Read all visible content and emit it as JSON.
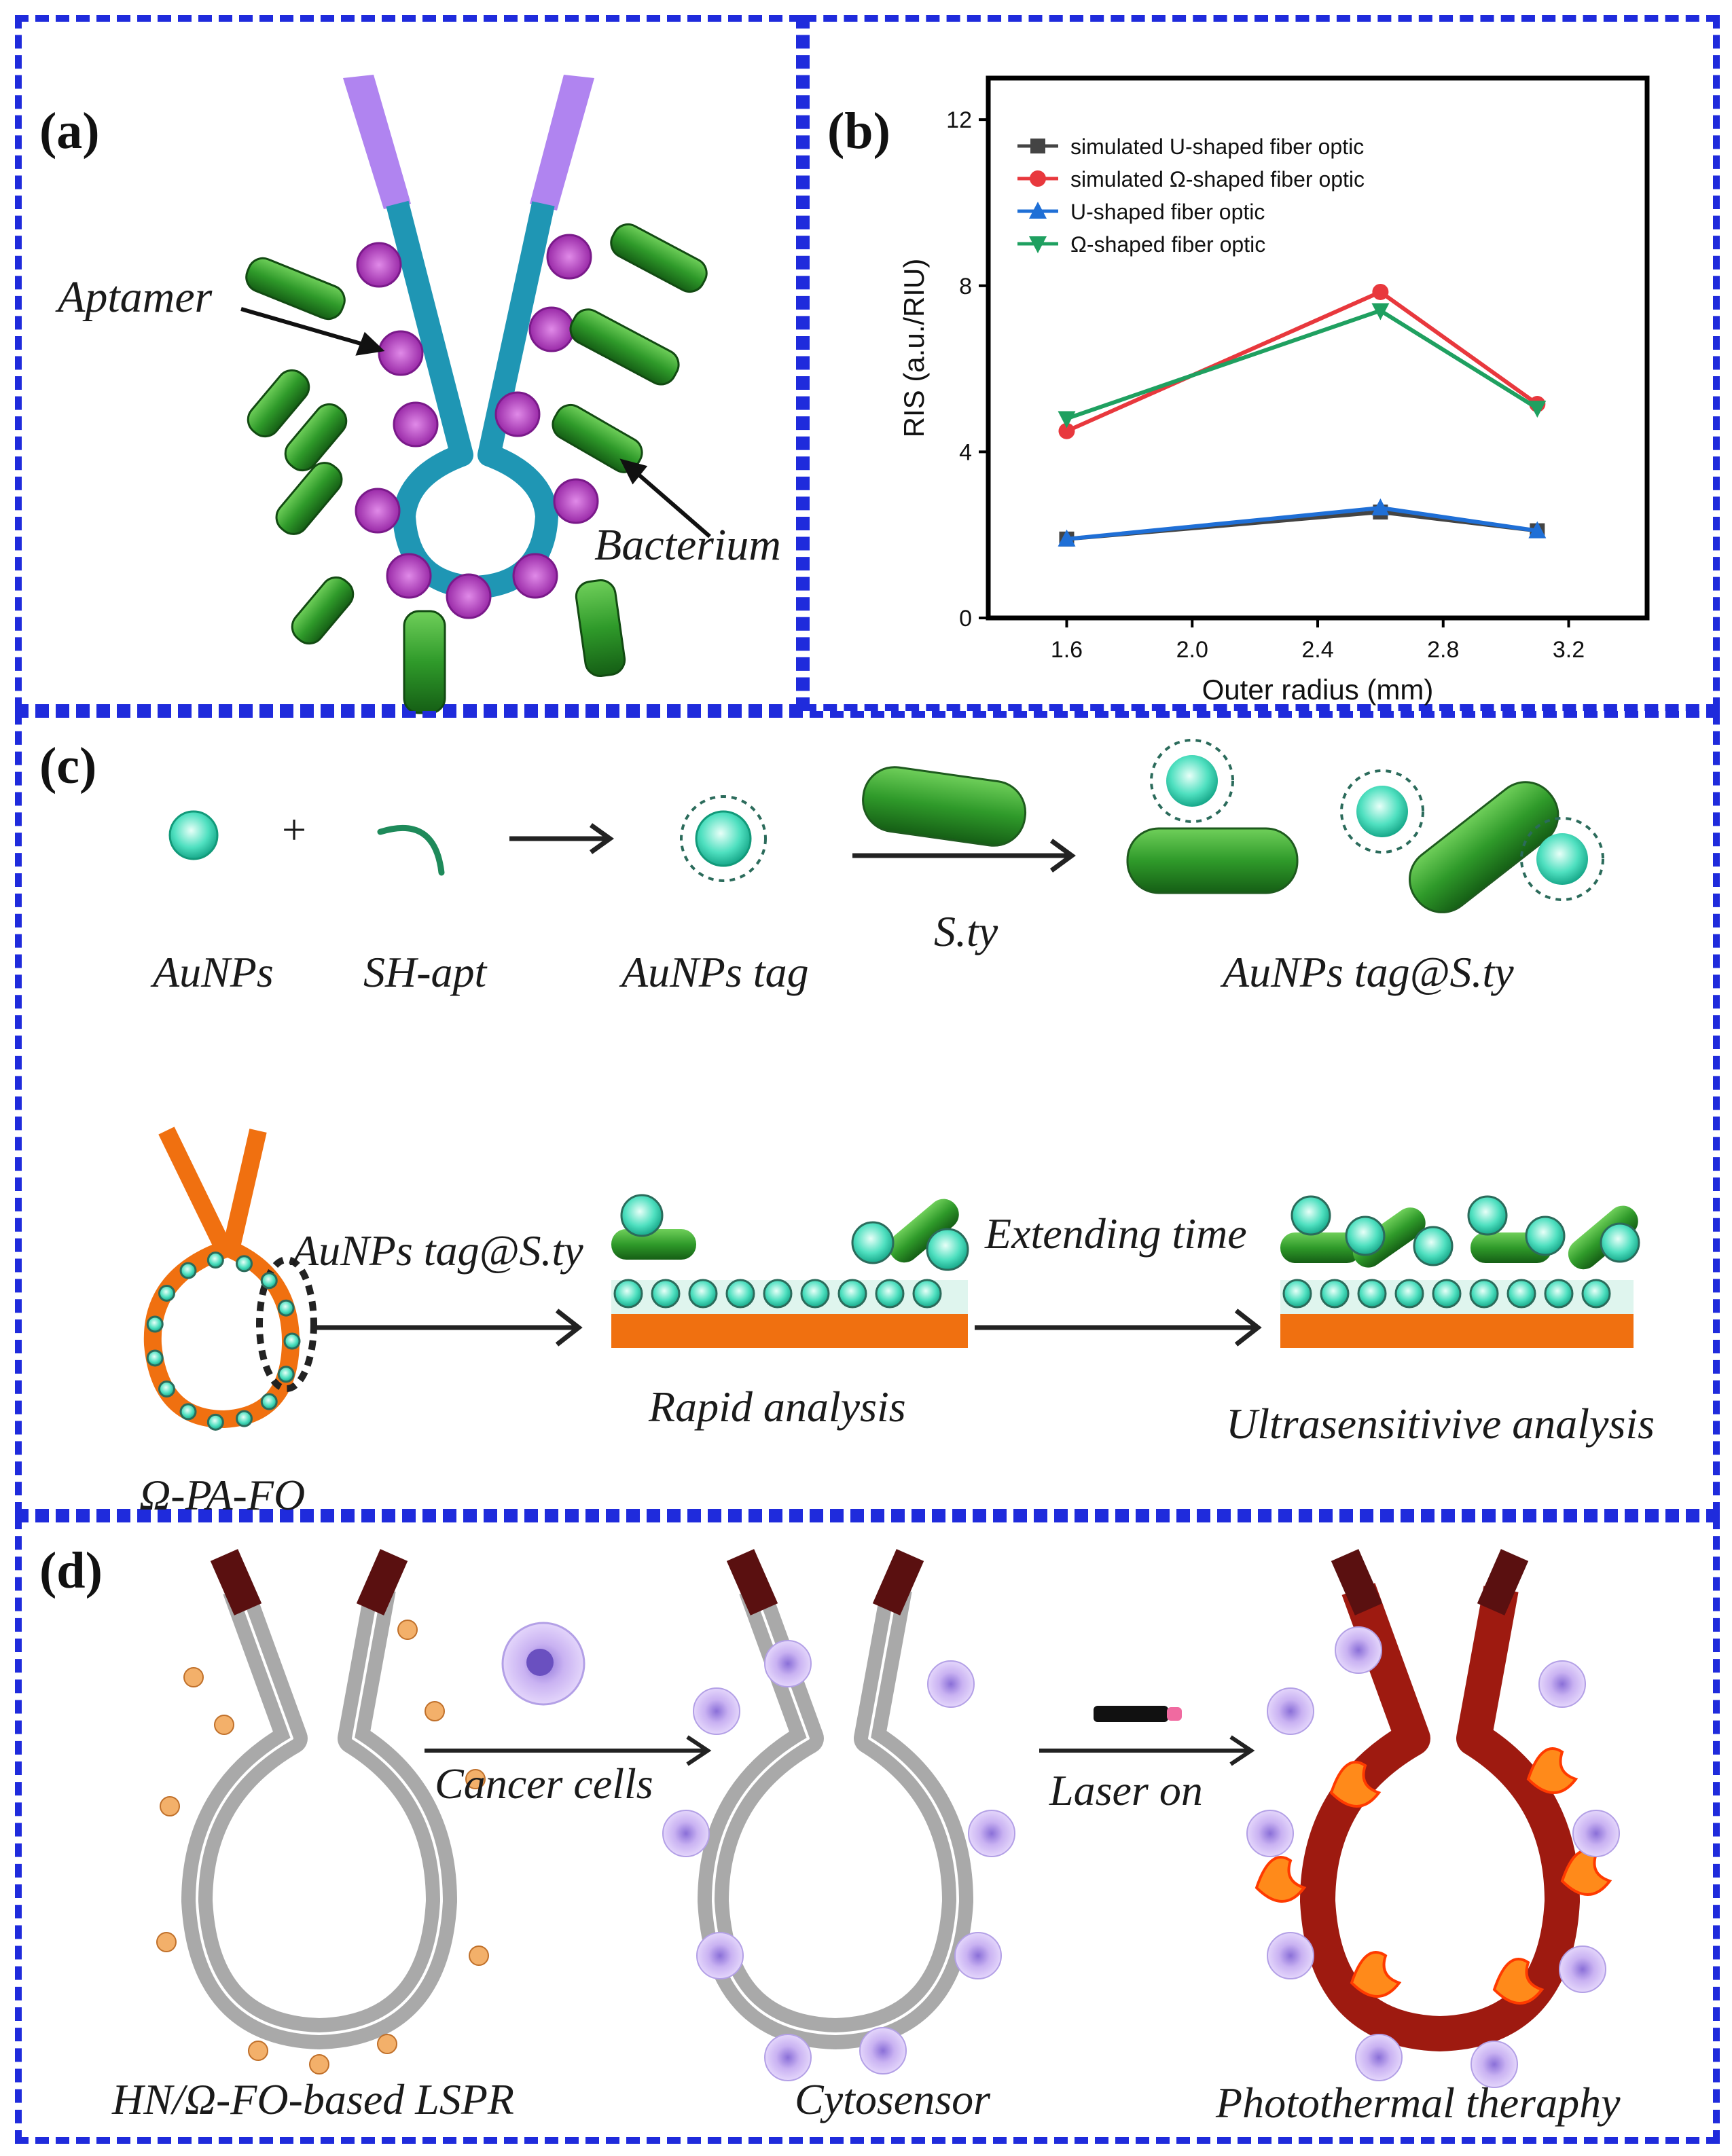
{
  "panels": {
    "a": {
      "label": "(a)",
      "aptamer": "Aptamer",
      "bacterium": "Bacterium"
    },
    "b": {
      "label": "(b)"
    },
    "c": {
      "label": "(c)",
      "aunps": "AuNPs",
      "plus": "+",
      "sh_apt": "SH-apt",
      "aunps_tag": "AuNPs tag",
      "sty": "S.ty",
      "aunps_tag_sty": "AuNPs tag@S.ty",
      "aunps_tag_sty_2": "AuNPs tag@S.ty",
      "extending_time": "Extending time",
      "rapid_analysis": "Rapid analysis",
      "ultrasensitive": "Ultrasensitivive analysis",
      "omega_pa_fo": "Ω-PA-FO"
    },
    "d": {
      "label": "(d)",
      "cancer_cells": "Cancer cells",
      "laser_on": "Laser on",
      "hn_lspr": "HN/Ω-FO-based LSPR",
      "cytosensor": "Cytosensor",
      "photothermal": "Photothermal theraphy"
    }
  },
  "chart_data": {
    "type": "line",
    "xlabel": "Outer radius (mm)",
    "ylabel": "RIS (a.u./RIU)",
    "xlim": [
      1.35,
      3.45
    ],
    "ylim": [
      0,
      13
    ],
    "xticks": [
      "1.6",
      "2.0",
      "2.4",
      "2.8",
      "3.2"
    ],
    "yticks": [
      "0",
      "4",
      "8",
      "12"
    ],
    "x": [
      1.6,
      2.6,
      3.1
    ],
    "legend_position": "top",
    "series": [
      {
        "name": "simulated U-shaped fiber optic",
        "values": [
          1.9,
          2.55,
          2.1
        ],
        "color": "#444444",
        "marker": "square"
      },
      {
        "name": "simulated Ω-shaped fiber optic",
        "values": [
          4.5,
          7.85,
          5.15
        ],
        "color": "#e8383d",
        "marker": "circle"
      },
      {
        "name": "U-shaped fiber optic",
        "values": [
          1.9,
          2.65,
          2.1
        ],
        "color": "#1f6fd6",
        "marker": "triangle-up"
      },
      {
        "name": "Ω-shaped fiber optic",
        "values": [
          4.8,
          7.4,
          5.05
        ],
        "color": "#1fa060",
        "marker": "triangle-down"
      }
    ]
  }
}
